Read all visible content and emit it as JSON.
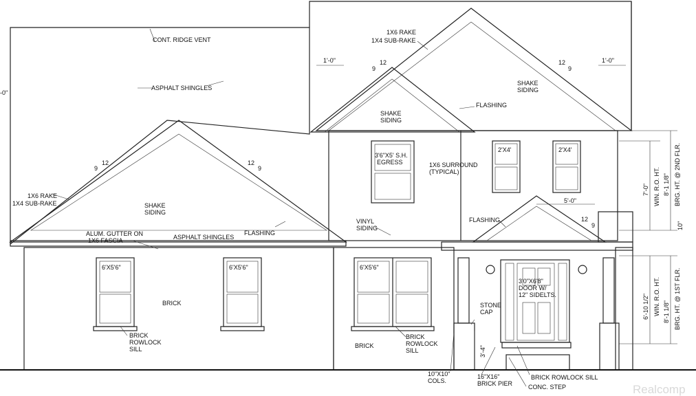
{
  "labels": {
    "ridge_vent": "CONT. RIDGE VENT",
    "asphalt_main": "ASPHALT SHINGLES",
    "asphalt_lower": "ASPHALT SHINGLES",
    "rake_top_1": "1X6 RAKE",
    "rake_top_2": "1X4 SUB-RAKE",
    "rake_left_1": "1X6 RAKE",
    "rake_left_2": "1X4 SUB-RAKE",
    "shake_top_1": "SHAKE",
    "shake_top_2": "SIDING",
    "shake_mid_1": "SHAKE",
    "shake_mid_2": "SIDING",
    "shake_left_1": "SHAKE",
    "shake_left_2": "SIDING",
    "flashing_upper": "FLASHING",
    "flashing_left": "FLASHING",
    "flashing_porch": "FLASHING",
    "win_egress_1": "3'6\"X5' S.H.",
    "win_egress_2": "EGRESS",
    "surround_1": "1X6 SURROUND",
    "surround_2": "(TYPICAL)",
    "win_small_1": "2'X4'",
    "win_small_2": "2'X4'",
    "vinyl_1": "VINYL",
    "vinyl_2": "SIDING",
    "gutter_1": "ALUM. GUTTER ON",
    "gutter_2": "1X6 FASCIA",
    "win_1": "6'X5'6\"",
    "win_2": "6'X5'6\"",
    "win_3": "6'X5'6\"",
    "brick_1": "BRICK",
    "brick_2": "BRICK",
    "sill_l_1": "BRICK",
    "sill_l_2": "ROWLOCK",
    "sill_l_3": "SILL",
    "sill_r_1": "BRICK",
    "sill_r_2": "ROWLOCK",
    "sill_r_3": "SILL",
    "stone_1": "STONE",
    "stone_2": "CAP",
    "door_1": "3'0\"X6'8\"",
    "door_2": "DOOR W/",
    "door_3": "12\" SIDELTS.",
    "pier_h": "3'-4\"",
    "cols_1": "10\"X10\"",
    "cols_2": "COLS.",
    "pier_1": "16\"X16\"",
    "pier_2": "BRICK PIER",
    "rowlock_sill": "BRICK ROWLOCK SILL",
    "conc_step": "CONC. STEP",
    "overhang_l": "1'-0\"",
    "overhang_r": "1'-0\"",
    "overhang_edge": "-0\"",
    "porch_w": "5'-0\"",
    "ten_in": "10\"",
    "dim_2nd_ro_1": "7'-0\"",
    "dim_2nd_ro_2": "WIN. R.O. HT.",
    "dim_2nd_brg_1": "8'-1 1/8\"",
    "dim_2nd_brg_2": "BRG. HT. @ 2ND FLR.",
    "dim_1st_ro_1": "6'-10 1/2\"",
    "dim_1st_ro_2": "WIN. R.O. HT.",
    "dim_1st_brg_1": "8'-1 1/8\"",
    "dim_1st_brg_2": "BRG. HT. @ 1ST FLR.",
    "pitch_12": "12",
    "pitch_9": "9",
    "watermark": "Realcomp"
  }
}
